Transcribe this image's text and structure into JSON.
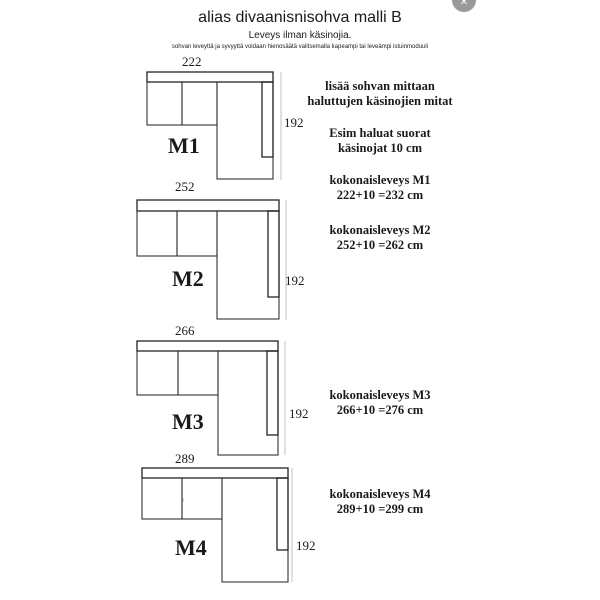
{
  "header": {
    "title": "alias divaanisnisohva malli B",
    "subtitle": "Leveys ilman käsinojia.",
    "note": "sohvan leveyttä ja syvyyttä voidaan hienosäätä valitsemalla kapeampi tai leveämpi istuinmoduuli"
  },
  "icons": {
    "corner": "close-icon"
  },
  "models": [
    {
      "label": "M1",
      "width": "222",
      "depth": "192"
    },
    {
      "label": "M2",
      "width": "252",
      "depth": "192"
    },
    {
      "label": "M3",
      "width": "266",
      "depth": "192"
    },
    {
      "label": "M4",
      "width": "289",
      "depth": "192"
    }
  ],
  "info": {
    "intro": [
      "lisää sohvan mittaan",
      "haluttujen käsinojien mitat"
    ],
    "example": [
      "Esim haluat suorat",
      "käsinojat 10 cm"
    ],
    "totals": [
      [
        "kokonaisleveys M1",
        "222+10 =232 cm"
      ],
      [
        "kokonaisleveys M2",
        "252+10 =262 cm"
      ],
      [
        "kokonaisleveys M3",
        "266+10 =276 cm"
      ],
      [
        "kokonaisleveys M4",
        "289+10 =299 cm"
      ]
    ]
  }
}
